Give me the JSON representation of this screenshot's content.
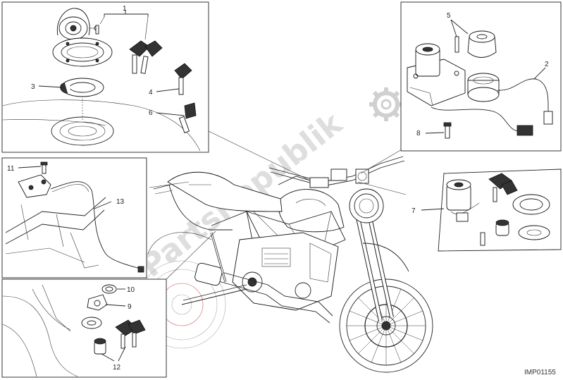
{
  "reference_code": "IMP01155",
  "watermark": "PartsRepublik",
  "callouts": {
    "c1": "1",
    "c2": "2",
    "c3": "3",
    "c4": "4",
    "c5": "5",
    "c6": "6",
    "c7": "7",
    "c8": "8",
    "c9": "9",
    "c10": "10",
    "c11": "11",
    "c12": "12",
    "c13": "13"
  }
}
